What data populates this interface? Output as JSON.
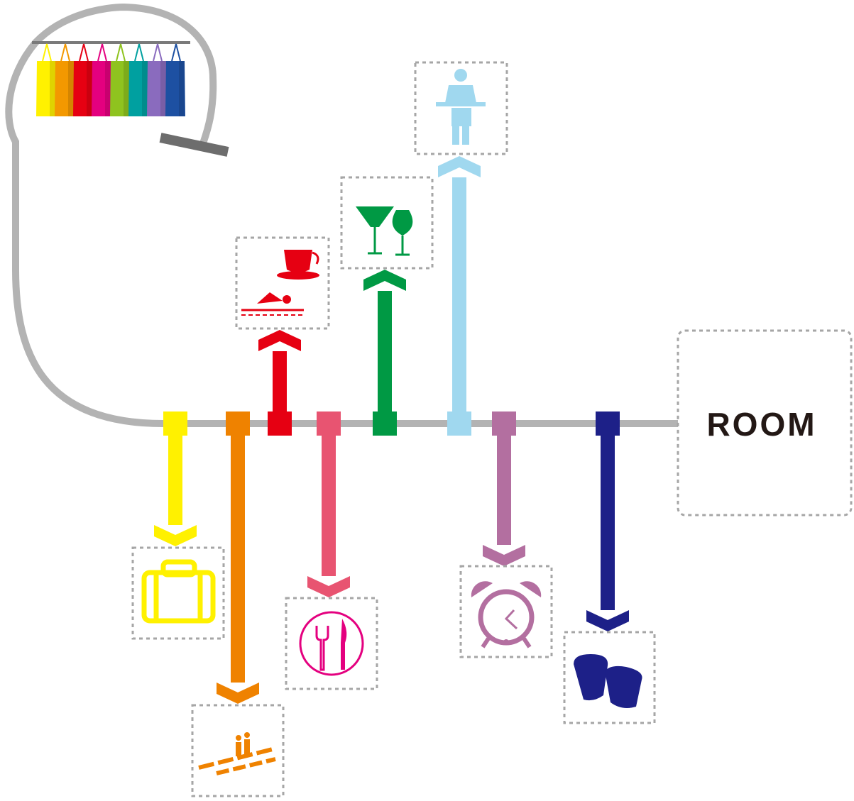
{
  "room": {
    "label": "ROOM"
  },
  "colors": {
    "track": "#b3b3b3",
    "box_border": "#a6a6a6",
    "text": "#231815",
    "dark_bar": "#6d6d6d"
  },
  "amenities": [
    {
      "id": "luggage",
      "icon": "suitcase-icon",
      "color": "#fff100",
      "direction": "down"
    },
    {
      "id": "escalator",
      "icon": "escalator-people-icon",
      "color": "#ef8200",
      "direction": "down"
    },
    {
      "id": "cafe-pool",
      "icon": "coffee-cup-swimmer-icon",
      "color": "#e60012",
      "direction": "up"
    },
    {
      "id": "dining",
      "icon": "fork-knife-plate-icon",
      "color": "#e85471",
      "direction": "down"
    },
    {
      "id": "bar",
      "icon": "wine-glasses-icon",
      "color": "#009944",
      "direction": "up"
    },
    {
      "id": "service",
      "icon": "waiter-icon",
      "color": "#a0d8ef",
      "direction": "up"
    },
    {
      "id": "wakeup",
      "icon": "alarm-clock-icon",
      "color": "#b36fa0",
      "direction": "down"
    },
    {
      "id": "bakery",
      "icon": "bread-icon",
      "color": "#1d2088",
      "direction": "down"
    }
  ],
  "shopping": {
    "icon": "shopping-bags-rack-icon",
    "bag_colors": [
      "#fff100",
      "#f39800",
      "#e60012",
      "#e4007f",
      "#8fc31f",
      "#00a0a0",
      "#8a6bbe",
      "#1d50a2"
    ]
  }
}
